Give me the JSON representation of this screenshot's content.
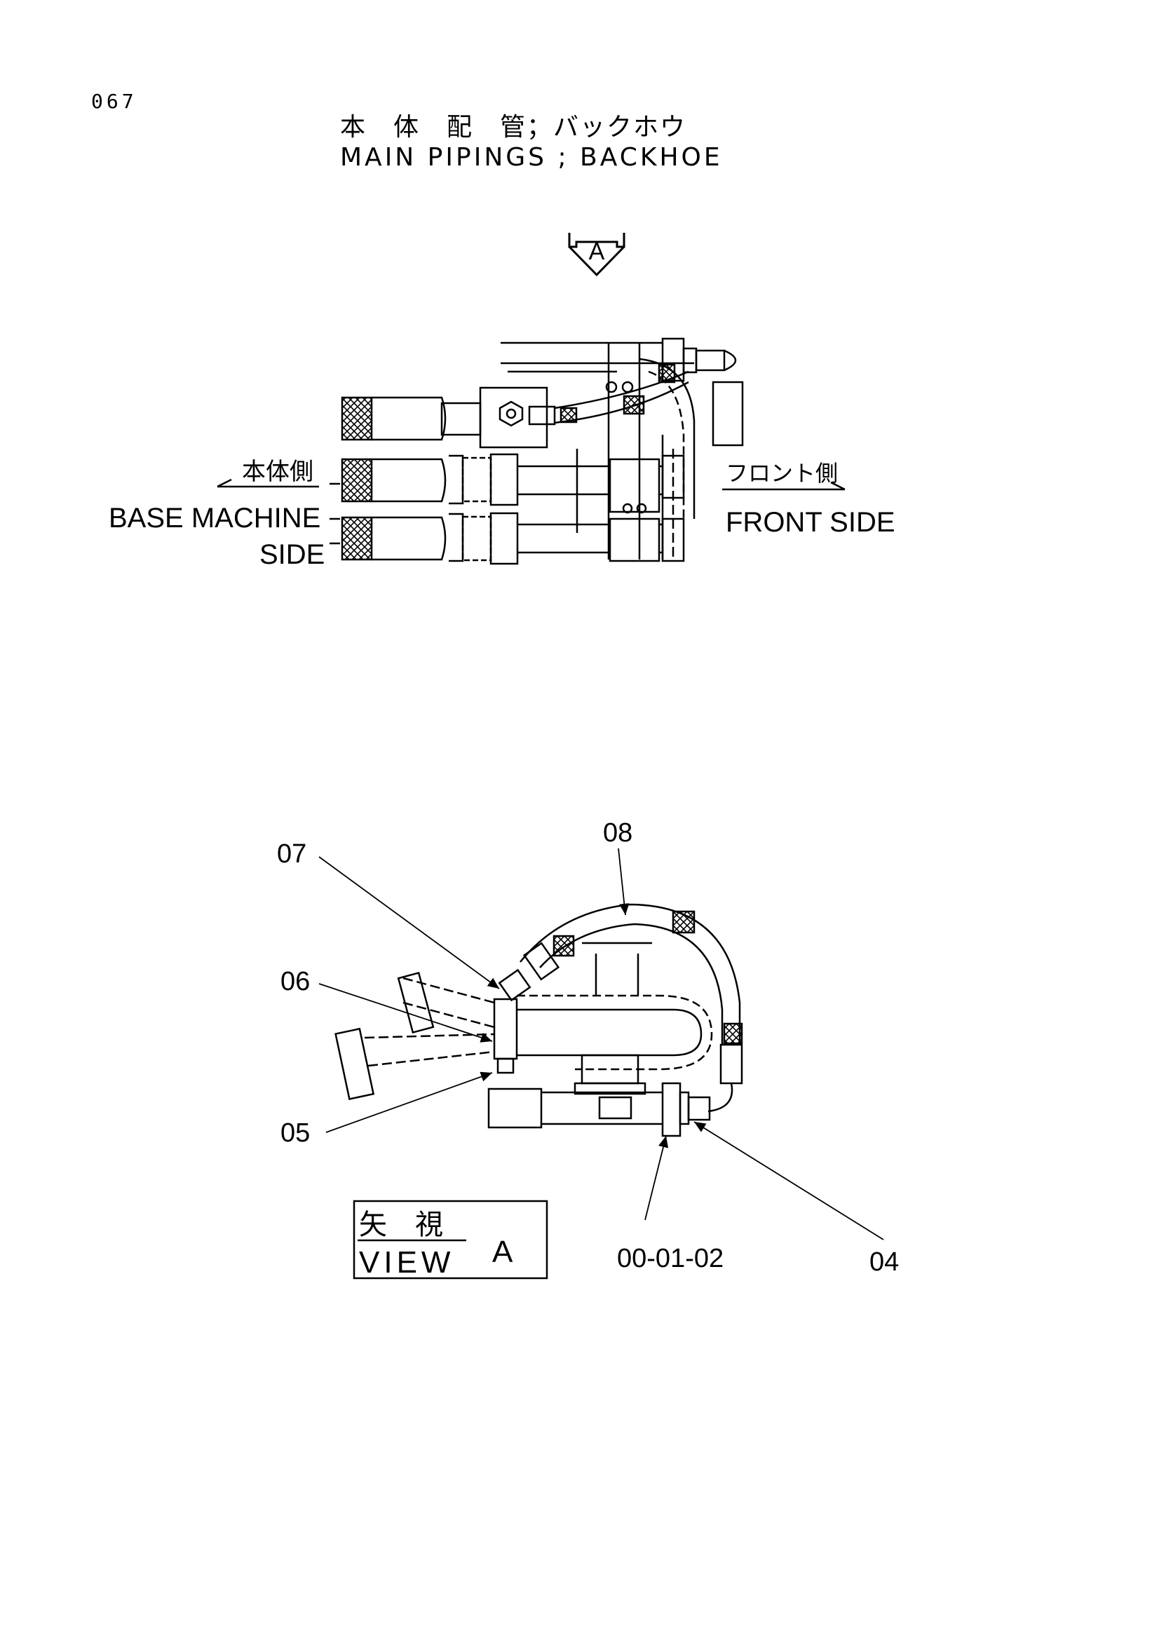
{
  "page_number": "067",
  "title_jp": "本　体　配　管；バックホウ",
  "title_en": "MAIN PIPINGS ; BACKHOE",
  "view_arrow_letter": "A",
  "top_view": {
    "left_jp": "本体側",
    "left_en_1": "BASE MACHINE",
    "left_en_2": "SIDE",
    "right_jp": "フロント側",
    "right_en": "FRONT SIDE"
  },
  "view_a": {
    "callouts": [
      "07",
      "06",
      "05",
      "08",
      "04",
      "00-01-02"
    ],
    "caption_jp": "矢　視",
    "caption_en": "VIEW",
    "caption_letter": "A"
  }
}
